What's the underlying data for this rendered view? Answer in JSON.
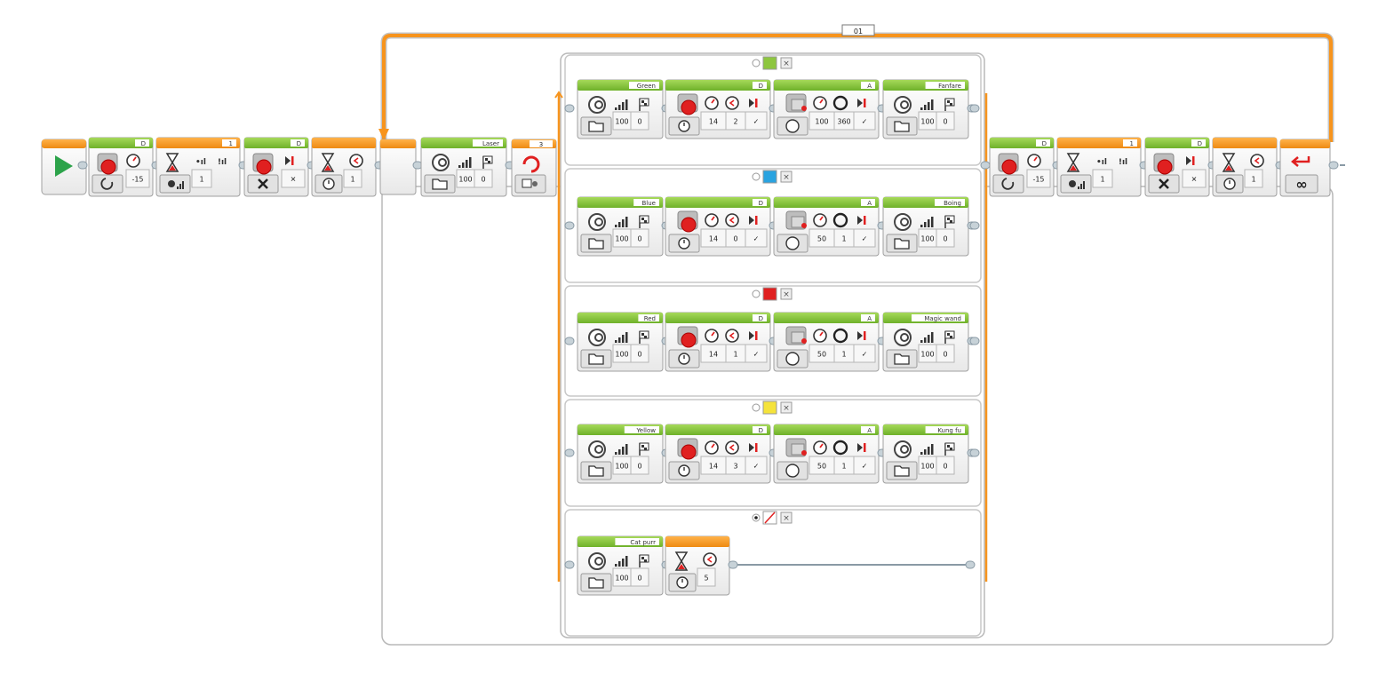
{
  "loop": {
    "label": "01",
    "mode_icon": "infinity-icon"
  },
  "colors": {
    "action_green": "#8dc63f",
    "flow_orange": "#f7941d",
    "motor_red": "#e02020",
    "block_bg": "#f4f4f4",
    "block_border": "#a0a0a0",
    "wire": "#8a9aa5"
  },
  "main_sequence_before": [
    {
      "type": "start",
      "icon": "play-icon"
    },
    {
      "type": "medium-motor",
      "header": "D",
      "mode_icon": "rotate-icon",
      "values": [
        "-15"
      ]
    },
    {
      "type": "wait-sensor",
      "header": "1",
      "mode_icon": "ir-sensor-icon",
      "values": [
        "1"
      ]
    },
    {
      "type": "medium-motor",
      "header": "D",
      "mode_icon": "off-icon",
      "values": [
        "✕"
      ]
    },
    {
      "type": "wait-time",
      "header": "",
      "mode_icon": "timer-icon",
      "values": [
        "1"
      ]
    }
  ],
  "switch_header": {
    "sound": {
      "header": "Laser",
      "values": [
        "100",
        "0"
      ]
    },
    "switch": {
      "port": "3",
      "mode_icon": "color-sensor-icon"
    }
  },
  "switch_cases": [
    {
      "case_icon": "green-swatch",
      "swatch": "#8dc63f",
      "blocks": [
        {
          "type": "sound",
          "header": "Green",
          "values": [
            "100",
            "0"
          ]
        },
        {
          "type": "medium-motor",
          "header": "D",
          "values": [
            "14",
            "2",
            "✓"
          ]
        },
        {
          "type": "large-motor",
          "header": "A",
          "values": [
            "100",
            "360",
            "✓"
          ]
        },
        {
          "type": "sound",
          "header": "Fanfare",
          "values": [
            "100",
            "0"
          ]
        }
      ]
    },
    {
      "case_icon": "blue-swatch",
      "swatch": "#29a3e0",
      "blocks": [
        {
          "type": "sound",
          "header": "Blue",
          "values": [
            "100",
            "0"
          ]
        },
        {
          "type": "medium-motor",
          "header": "D",
          "values": [
            "14",
            "0",
            "✓"
          ]
        },
        {
          "type": "large-motor",
          "header": "A",
          "values": [
            "50",
            "1",
            "✓"
          ]
        },
        {
          "type": "sound",
          "header": "Boing",
          "values": [
            "100",
            "0"
          ]
        }
      ]
    },
    {
      "case_icon": "red-swatch",
      "swatch": "#e02020",
      "blocks": [
        {
          "type": "sound",
          "header": "Red",
          "values": [
            "100",
            "0"
          ]
        },
        {
          "type": "medium-motor",
          "header": "D",
          "values": [
            "14",
            "1",
            "✓"
          ]
        },
        {
          "type": "large-motor",
          "header": "A",
          "values": [
            "50",
            "1",
            "✓"
          ]
        },
        {
          "type": "sound",
          "header": "Magic wand",
          "values": [
            "100",
            "0"
          ]
        }
      ]
    },
    {
      "case_icon": "yellow-swatch",
      "swatch": "#f5e33a",
      "blocks": [
        {
          "type": "sound",
          "header": "Yellow",
          "values": [
            "100",
            "0"
          ]
        },
        {
          "type": "medium-motor",
          "header": "D",
          "values": [
            "14",
            "3",
            "✓"
          ]
        },
        {
          "type": "large-motor",
          "header": "A",
          "values": [
            "50",
            "1",
            "✓"
          ]
        },
        {
          "type": "sound",
          "header": "Kung fu",
          "values": [
            "100",
            "0"
          ]
        }
      ]
    },
    {
      "case_icon": "no-color-swatch",
      "swatch": "#ffffff",
      "default": true,
      "blocks": [
        {
          "type": "sound",
          "header": "Cat purr",
          "values": [
            "100",
            "0"
          ]
        },
        {
          "type": "wait-time",
          "header": "",
          "values": [
            "5"
          ]
        }
      ]
    }
  ],
  "main_sequence_after": [
    {
      "type": "medium-motor",
      "header": "D",
      "mode_icon": "rotate-icon",
      "values": [
        "-15"
      ]
    },
    {
      "type": "wait-sensor",
      "header": "1",
      "mode_icon": "ir-sensor-icon",
      "values": [
        "1"
      ]
    },
    {
      "type": "medium-motor",
      "header": "D",
      "mode_icon": "off-icon",
      "values": [
        "✕"
      ]
    },
    {
      "type": "wait-time",
      "header": "",
      "mode_icon": "timer-icon",
      "values": [
        "1"
      ]
    },
    {
      "type": "loop-end",
      "header": "",
      "mode_icon": "loop-icon",
      "values": [
        "∞"
      ]
    }
  ]
}
